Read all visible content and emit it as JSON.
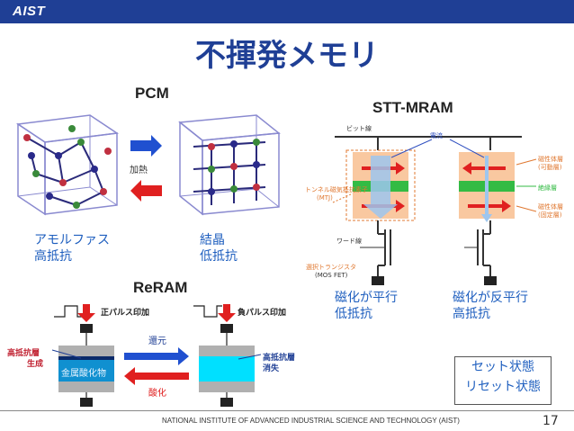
{
  "header": {
    "logo": "AIST"
  },
  "title": "不揮発メモリ",
  "pcm": {
    "heading": "PCM",
    "arrow_label": "加熱",
    "amorphous_label": "アモルファス",
    "amorphous_res": "高抵抗",
    "crystal_label": "結晶",
    "crystal_res": "低抵抗"
  },
  "stt": {
    "heading": "STT-MRAM",
    "bitline": "ビット線",
    "current": "電流",
    "mtj": "トンネル磁気抵抗素子",
    "mtj_abbr": "(MTJ)",
    "wordline": "ワード線",
    "transistor": "選択トランジスタ",
    "transistor_abbr": "(MOS FET)",
    "free_layer": "磁性体層",
    "free_layer_sub": "(可動層)",
    "barrier": "絶縁層",
    "fixed_layer": "磁性体層",
    "fixed_layer_sub": "(固定層)",
    "parallel_state": "磁化が平行",
    "parallel_res": "低抵抗",
    "antiparallel_state": "磁化が反平行",
    "antiparallel_res": "高抵抗"
  },
  "reram": {
    "heading": "ReRAM",
    "pos_pulse": "正パルス印加",
    "neg_pulse": "負パルス印加",
    "high_layer": "高抵抗層",
    "high_layer_2": "生成",
    "metal_oxide": "金属酸化物",
    "reduction": "還元",
    "oxidation": "酸化",
    "vanish": "高抵抗層",
    "vanish_2": "消失"
  },
  "legend": {
    "set": "セット状態",
    "reset": "リセット状態"
  },
  "footer": {
    "text": "NATIONAL INSTITUTE OF ADVANCED INDUSTRIAL SCIENCE AND TECHNOLOGY (AIST)",
    "page": "17"
  },
  "colors": {
    "brand": "#1f3f95",
    "label_blue": "#1f5fbf",
    "red_arrow": "#e02020",
    "green_layer": "#33bb44"
  }
}
